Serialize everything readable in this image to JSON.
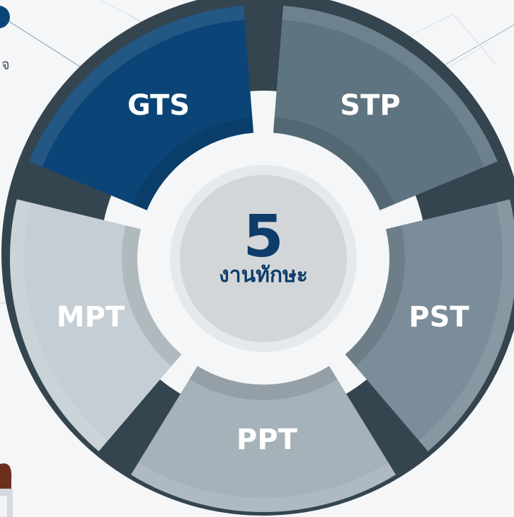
{
  "center": {
    "number": "5",
    "caption": "งานทักษะ"
  },
  "segments": [
    {
      "id": "gts",
      "label": "GTS",
      "color": "#0b4577"
    },
    {
      "id": "stp",
      "label": "STP",
      "color": "#5e7481"
    },
    {
      "id": "pst",
      "label": "PST",
      "color": "#7a8d99"
    },
    {
      "id": "ppt",
      "label": "PPT",
      "color": "#a6b2ba"
    },
    {
      "id": "mpt",
      "label": "MPT",
      "color": "#c5ced4"
    }
  ],
  "side_text": "จ",
  "colors": {
    "separator": "#34454f",
    "center_fill": "#d3d6d9",
    "center_ring": "#e6e9eb",
    "text_dark": "#0e3d6b",
    "background": "#f4f6f8",
    "top_left_badge": "#0b4577"
  }
}
